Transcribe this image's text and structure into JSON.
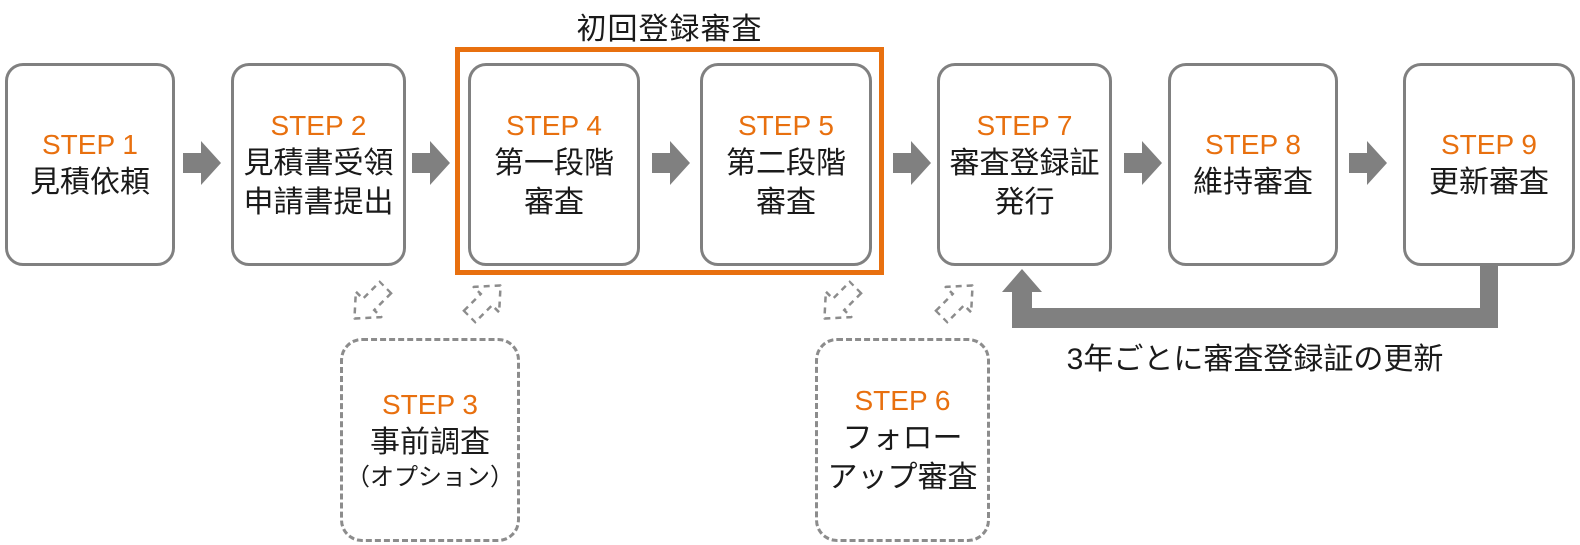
{
  "diagram": {
    "group_label": "初回登録審査",
    "renewal_note": "3年ごとに審査登録証の更新"
  },
  "colors": {
    "accent_orange": "#E8700F",
    "arrow_gray": "#808080",
    "box_border_gray": "#808080",
    "dashed_gray": "#8C8C8C"
  },
  "steps": [
    {
      "label": "STEP 1",
      "lines": [
        "見積依頼"
      ]
    },
    {
      "label": "STEP 2",
      "lines": [
        "見積書受領",
        "申請書提出"
      ]
    },
    {
      "label": "STEP 3",
      "lines": [
        "事前調査",
        "（オプション）"
      ],
      "optional": true
    },
    {
      "label": "STEP 4",
      "lines": [
        "第一段階",
        "審査"
      ]
    },
    {
      "label": "STEP 5",
      "lines": [
        "第二段階",
        "審査"
      ]
    },
    {
      "label": "STEP 6",
      "lines": [
        "フォロー",
        "アップ審査"
      ],
      "optional": true
    },
    {
      "label": "STEP 7",
      "lines": [
        "審査登録証",
        "発行"
      ]
    },
    {
      "label": "STEP 8",
      "lines": [
        "維持審査"
      ]
    },
    {
      "label": "STEP 9",
      "lines": [
        "更新審査"
      ]
    }
  ]
}
